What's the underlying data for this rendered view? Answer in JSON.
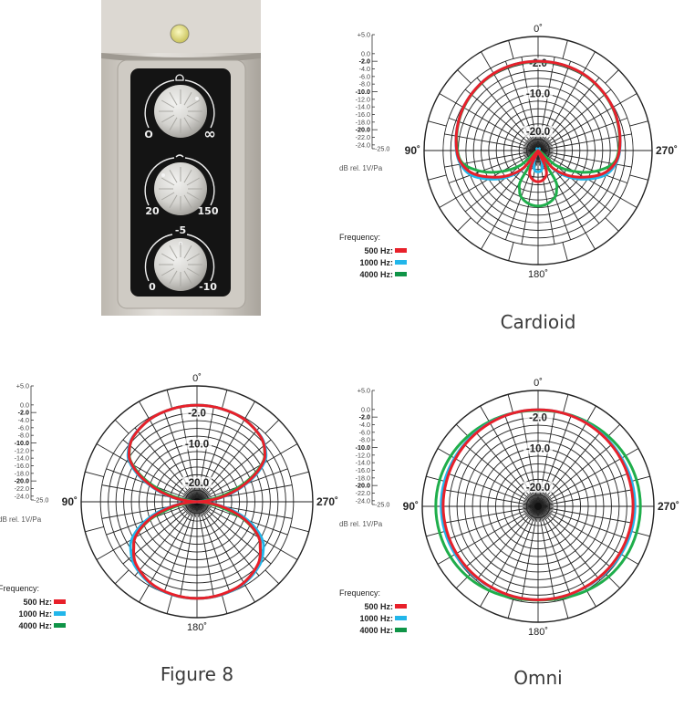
{
  "photo": {
    "knob_labels": {
      "pattern_left": "O",
      "pattern_right": "∞",
      "filter_left": "20",
      "filter_right": "150",
      "pad_top": "-5",
      "pad_left": "0",
      "pad_right": "-10"
    },
    "led_color": "#f4f08a"
  },
  "legend": {
    "title": "Frequency:",
    "items": [
      {
        "label": "500 Hz:",
        "color": "#e8202a"
      },
      {
        "label": "1000 Hz:",
        "color": "#22b6ea"
      },
      {
        "label": "4000 Hz:",
        "color": "#0f9447"
      }
    ]
  },
  "scale": {
    "unit": "dB rel. 1V/Pa",
    "ticks": [
      {
        "db": 5,
        "label": "+5.0",
        "bold": false
      },
      {
        "db": 0,
        "label": "0.0",
        "bold": false
      },
      {
        "db": -2,
        "label": "-2.0",
        "bold": true
      },
      {
        "db": -4,
        "label": "-4.0",
        "bold": false
      },
      {
        "db": -6,
        "label": "-6.0",
        "bold": false
      },
      {
        "db": -8,
        "label": "-8.0",
        "bold": false
      },
      {
        "db": -10,
        "label": "-10.0",
        "bold": true
      },
      {
        "db": -12,
        "label": "-12.0",
        "bold": false
      },
      {
        "db": -14,
        "label": "-14.0",
        "bold": false
      },
      {
        "db": -16,
        "label": "-16.0",
        "bold": false
      },
      {
        "db": -18,
        "label": "-18.0",
        "bold": false
      },
      {
        "db": -20,
        "label": "-20.0",
        "bold": true
      },
      {
        "db": -22,
        "label": "-22.0",
        "bold": false
      },
      {
        "db": -24,
        "label": "-24.0",
        "bold": false
      }
    ],
    "min_label": "-25.0"
  },
  "chart_data": [
    {
      "type": "polar",
      "title": "Cardioid",
      "radial_range_db": [
        -25,
        5
      ],
      "angle_labels": {
        "top": "0˚",
        "left": "90˚",
        "bottom": "180˚",
        "right": "270˚"
      },
      "ring_labels": [
        {
          "db": -2,
          "label": "-2.0"
        },
        {
          "db": -10,
          "label": "-10.0"
        },
        {
          "db": -20,
          "label": "-20.0"
        }
      ],
      "symmetric": true,
      "angles_deg": [
        0,
        15,
        30,
        45,
        60,
        75,
        90,
        100,
        110,
        120,
        130,
        140,
        150,
        155,
        160,
        170,
        180
      ],
      "series": [
        {
          "name": "4000 Hz",
          "color": "#1fae4b",
          "values": [
            -1.6,
            -1.6,
            -1.7,
            -2.0,
            -2.4,
            -3.0,
            -3.8,
            -5,
            -9,
            -14,
            -19,
            -25,
            -16,
            -13.5,
            -12,
            -10.8,
            -10.4
          ]
        },
        {
          "name": "1000 Hz",
          "color": "#22b6ea",
          "values": [
            -1.5,
            -1.5,
            -1.6,
            -1.9,
            -2.3,
            -2.9,
            -3.5,
            -4.3,
            -6.2,
            -10,
            -14,
            -18.5,
            -25,
            -25,
            -22,
            -19.8,
            -19.4
          ]
        },
        {
          "name": "500 Hz",
          "color": "#e8202a",
          "values": [
            -1.5,
            -1.5,
            -1.6,
            -1.9,
            -2.3,
            -2.9,
            -3.6,
            -4.6,
            -7,
            -11,
            -14.8,
            -19,
            -25,
            -21,
            -18.5,
            -17.2,
            -16.8
          ]
        }
      ]
    },
    {
      "type": "polar",
      "title": "Figure 8",
      "radial_range_db": [
        -25,
        5
      ],
      "angle_labels": {
        "top": "0˚",
        "left": "90˚",
        "bottom": "180˚",
        "right": "270˚"
      },
      "ring_labels": [
        {
          "db": -2,
          "label": "-2.0"
        },
        {
          "db": -10,
          "label": "-10.0"
        },
        {
          "db": -20,
          "label": "-20.0"
        }
      ],
      "symmetric": true,
      "angles_deg": [
        0,
        15,
        30,
        45,
        55,
        60,
        65,
        70,
        75,
        80,
        85,
        90,
        95,
        100,
        105,
        110,
        115,
        120,
        125,
        135,
        150,
        165,
        180
      ],
      "series": [
        {
          "name": "4000 Hz",
          "color": "#1fae4b",
          "values": [
            0,
            -0.1,
            -0.4,
            -1.5,
            -3.6,
            -5.7,
            -9,
            -13,
            -17,
            -21,
            -24,
            -25,
            -24,
            -21,
            -17,
            -12.5,
            -9.2,
            -6.5,
            -5,
            -2.4,
            -0.7,
            -0.1,
            0
          ]
        },
        {
          "name": "1000 Hz",
          "color": "#22b6ea",
          "values": [
            0,
            -0.1,
            -0.4,
            -1.4,
            -3.2,
            -5,
            -8,
            -11.5,
            -15,
            -18.5,
            -22,
            -25,
            -22,
            -18.5,
            -14.5,
            -11,
            -8,
            -5.5,
            -4,
            -2,
            -0.6,
            -0.1,
            0
          ]
        },
        {
          "name": "500 Hz",
          "color": "#e8202a",
          "values": [
            0,
            -0.1,
            -0.4,
            -1.5,
            -3.5,
            -5.5,
            -8.5,
            -12,
            -15.5,
            -19,
            -22.5,
            -25,
            -22.5,
            -19,
            -15.5,
            -12,
            -9,
            -6.5,
            -5,
            -2.5,
            -0.8,
            -0.2,
            0
          ]
        }
      ]
    },
    {
      "type": "polar",
      "title": "Omni",
      "radial_range_db": [
        -25,
        5
      ],
      "angle_labels": {
        "top": "0˚",
        "left": "90˚",
        "bottom": "180˚",
        "right": "270˚"
      },
      "ring_labels": [
        {
          "db": -2,
          "label": "-2.0"
        },
        {
          "db": -10,
          "label": "-10.0"
        },
        {
          "db": -20,
          "label": "-20.0"
        }
      ],
      "symmetric": true,
      "angles_deg": [
        0,
        15,
        30,
        45,
        60,
        75,
        90,
        105,
        120,
        135,
        150,
        165,
        180
      ],
      "series": [
        {
          "name": "4000 Hz",
          "color": "#1fae4b",
          "values": [
            -0.2,
            0,
            0.3,
            0.7,
            1.1,
            1.4,
            1.5,
            1.4,
            1.2,
            0.8,
            0.2,
            -0.4,
            -0.7
          ]
        },
        {
          "name": "1000 Hz",
          "color": "#22b6ea",
          "values": [
            0,
            0,
            0,
            0,
            0,
            0.1,
            0.1,
            0,
            -0.2,
            -0.5,
            -0.7,
            -0.8,
            -0.8
          ]
        },
        {
          "name": "500 Hz",
          "color": "#e8202a",
          "values": [
            0,
            0,
            -0.1,
            -0.2,
            -0.3,
            -0.4,
            -0.4,
            -0.5,
            -0.6,
            -0.7,
            -0.8,
            -0.8,
            -0.8
          ]
        }
      ]
    }
  ]
}
